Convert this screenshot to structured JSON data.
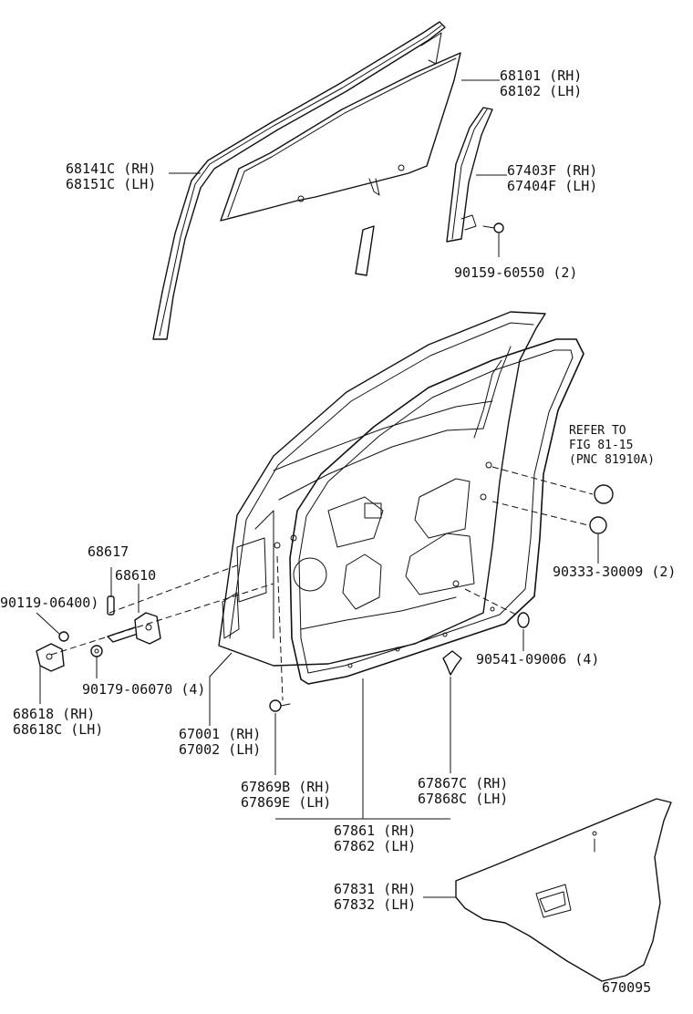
{
  "labels": {
    "glass_rh": "68101 (RH)",
    "glass_lh": "68102 (LH)",
    "run_rh": "68141C (RH)",
    "run_lh": "68151C (LH)",
    "channel_rh": "67403F (RH)",
    "channel_lh": "67404F (LH)",
    "bolt_a": "90159-60550 (2)",
    "refer_1": "REFER TO",
    "refer_2": "FIG 81-15",
    "refer_3": "(PNC 81910A)",
    "plug": "90333-30009 (2)",
    "check_a": "68617",
    "check_b": "68610",
    "bolt_b": "90119-06400)",
    "nut_a": "90179-06070 (4)",
    "hinge_rh": "68618  (RH)",
    "hinge_lh": "68618C (LH)",
    "clip_a": "90541-09006 (4)",
    "door_rh": "67001 (RH)",
    "door_lh": "67002 (LH)",
    "clip_b_rh": "67869B (RH)",
    "clip_b_lh": "67869E (LH)",
    "clip_c_rh": "67867C (RH)",
    "clip_c_lh": "67868C (LH)",
    "weather_rh": "67861 (RH)",
    "weather_lh": "67862 (LH)",
    "cover_rh": "67831 (RH)",
    "cover_lh": "67832 (LH)",
    "figure_no": "670095"
  }
}
